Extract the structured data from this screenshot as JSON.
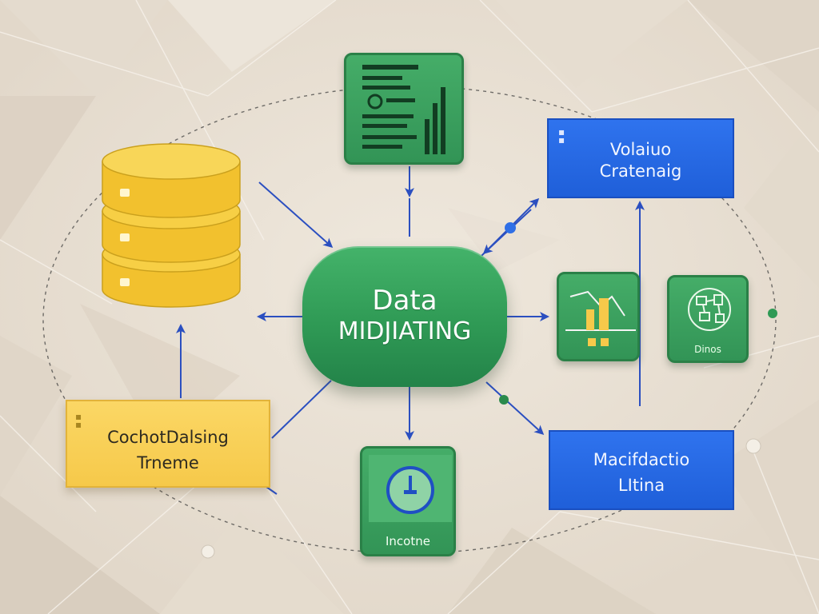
{
  "diagram": {
    "center_node": {
      "line1": "Data",
      "line2": "MIDJIATING"
    },
    "top_right_node": {
      "line1": "Volaiuo",
      "line2": "Cratenaig"
    },
    "bottom_right_node": {
      "line1": "Macifdactio",
      "line2": "LItina"
    },
    "yellow_note": {
      "line1": "CochotDalsing",
      "line2": "Trneme"
    },
    "dinos_card": {
      "label": "Dinos"
    },
    "incotne_card": {
      "label": "Incotne"
    },
    "database_icon": {
      "name": "database-icon"
    },
    "report_icon": {
      "name": "report-document-icon"
    },
    "chart_icon": {
      "name": "bar-chart-icon"
    },
    "clock_icon": {
      "name": "clock-icon"
    },
    "network_icon": {
      "name": "network-icon"
    }
  },
  "colors": {
    "background": "#e9e1d5",
    "green": "#3aa35f",
    "blue": "#2466e3",
    "yellow": "#f7cd51",
    "arrow": "#2b4fc0"
  }
}
